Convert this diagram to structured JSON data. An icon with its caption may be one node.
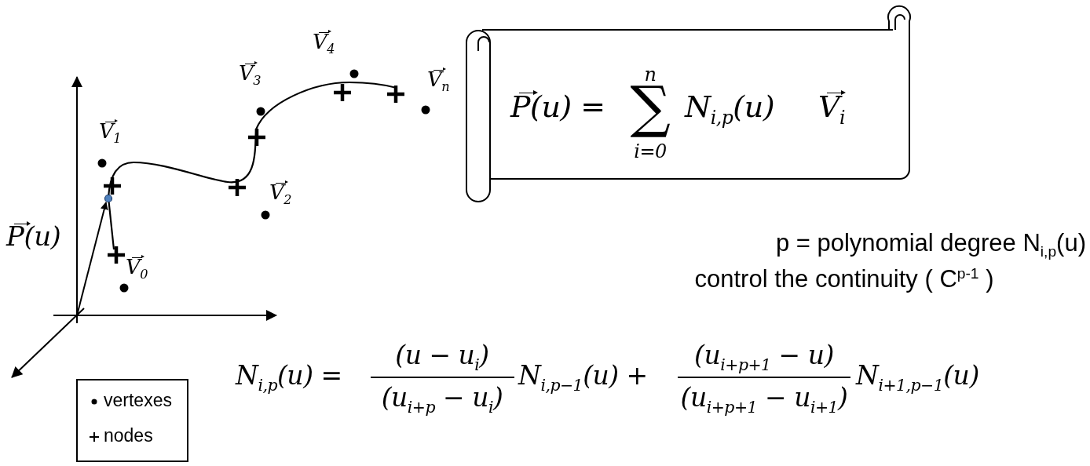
{
  "diagram": {
    "nodes": [
      {
        "text": [
          "P(u) =",
          "n",
          "∑",
          "i=0",
          "N$_{i,p}$(u)",
          "V$_{i}$"
        ]
      }
    ],
    "labels": [
      "V$_{4}$",
      "V$_{3}$",
      "V$_{n}$",
      "V$_{1}$",
      "V$_{2}$",
      "P(u)",
      "V$_{0}$",
      "p = polynomial degree N$_{i,p}$(u)",
      "control the continuity ( C$^{p-1}$ )",
      "N$_{i,p}$(u) =",
      "(u − u$_{i}$)",
      "(u$_{i+p}$ − u$_{i}$)",
      "N$_{i,p−1}$(u) +",
      "(u$_{i+p+1}$ − u)",
      "(u$_{i+p+1}$ − u$_{i+1}$)",
      "N$_{i+1,p−1}$(u)"
    ],
    "legend": [
      {
        "text": "vertexes"
      },
      {
        "text": "nodes"
      }
    ]
  }
}
